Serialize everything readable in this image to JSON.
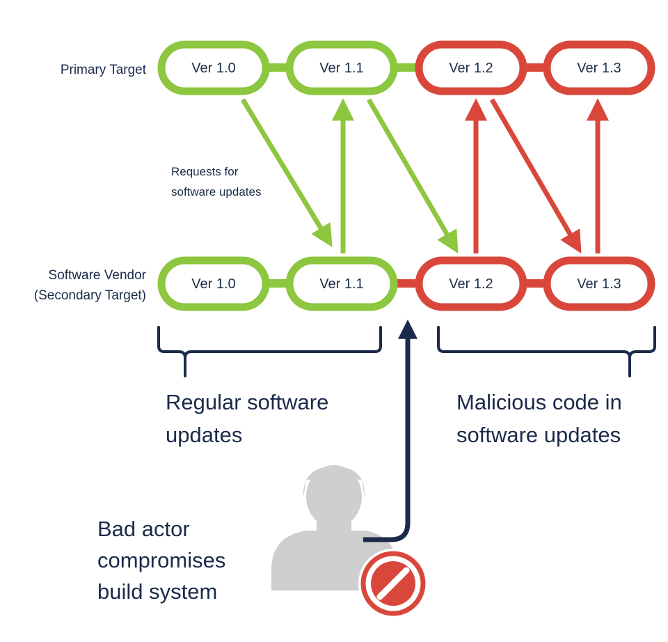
{
  "rows": {
    "primary": {
      "label": "Primary Target"
    },
    "vendor": {
      "line1": "Software Vendor",
      "line2": "(Secondary Target)"
    }
  },
  "versions": {
    "primary": [
      {
        "label": "Ver 1.0",
        "status": "regular"
      },
      {
        "label": "Ver 1.1",
        "status": "regular"
      },
      {
        "label": "Ver 1.2",
        "status": "malicious"
      },
      {
        "label": "Ver 1.3",
        "status": "malicious"
      }
    ],
    "vendor": [
      {
        "label": "Ver 1.0",
        "status": "regular"
      },
      {
        "label": "Ver 1.1",
        "status": "regular"
      },
      {
        "label": "Ver 1.2",
        "status": "malicious"
      },
      {
        "label": "Ver 1.3",
        "status": "malicious"
      }
    ]
  },
  "annotations": {
    "requests_line1": "Requests for",
    "requests_line2": "software updates"
  },
  "groups": {
    "regular": {
      "line1": "Regular software",
      "line2": "updates"
    },
    "malicious": {
      "line1": "Malicious code in",
      "line2": "software updates"
    }
  },
  "actor": {
    "line1": "Bad actor",
    "line2": "compromises",
    "line3": "build system"
  },
  "colors": {
    "regular": "#8dc63f",
    "malicious": "#d9473b",
    "navy": "#1b2a4a",
    "person": "#cfcfcf",
    "text": "#1b2a4a"
  },
  "icons": {
    "person": "person-silhouette-icon",
    "prohibited": "prohibited-icon"
  }
}
